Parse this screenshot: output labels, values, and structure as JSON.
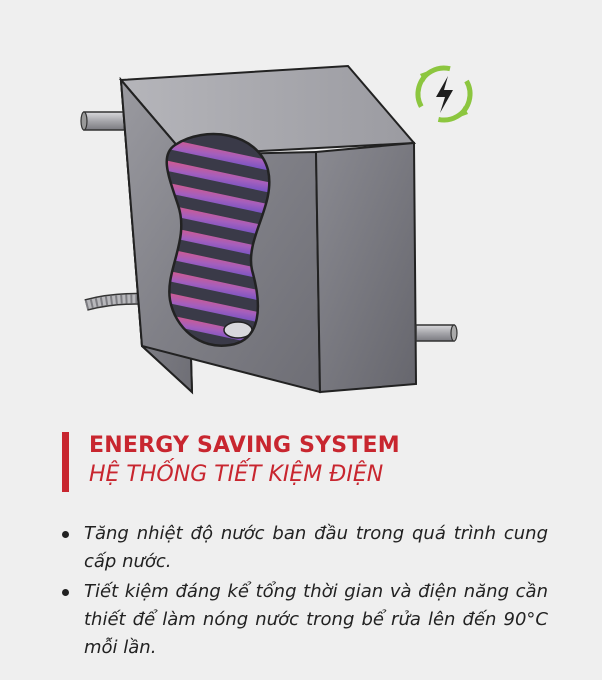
{
  "heading": {
    "title": "ENERGY SAVING SYSTEM",
    "subtitle": "HỆ THỐNG TIẾT KIỆM ĐIỆN"
  },
  "bullets": [
    "Tăng nhiệt độ nước ban đầu trong quá trình cung cấp nước.",
    "Tiết kiệm đáng kể tổng thời gian và điện năng cần thiết để làm nóng nước trong bể rửa lên đến 90°C mỗi lần."
  ],
  "icons": {
    "energy": "energy-recycle-icon"
  },
  "colors": {
    "accent": "#c8262f",
    "icon_green": "#8cc63f",
    "box_gray": "#8c8c90"
  }
}
